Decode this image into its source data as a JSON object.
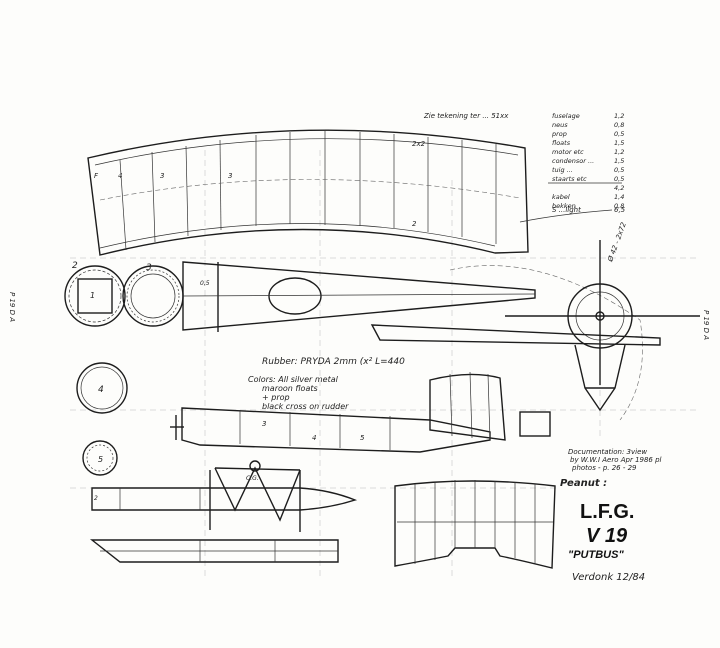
{
  "header_note": "Zie tekening ter ... 51xx",
  "weights": {
    "items": [
      {
        "label": "fuselage",
        "value": "1,2"
      },
      {
        "label": "neus",
        "value": "0,8"
      },
      {
        "label": "prop",
        "value": "0,5"
      },
      {
        "label": "floats",
        "value": "1,5"
      },
      {
        "label": "motor etc",
        "value": "1,2"
      },
      {
        "label": "condensor ...",
        "value": "1,5"
      },
      {
        "label": "tuig ...",
        "value": "0,5"
      },
      {
        "label": "staarts etc",
        "value": "0,5"
      },
      {
        "label": "",
        "value": "4,2"
      },
      {
        "label": "kabel",
        "value": "1,4"
      },
      {
        "label": "bekken",
        "value": "0,8"
      }
    ],
    "total_label": "S ...light",
    "total_value": "6,5"
  },
  "rubber_note": "Rubber: PRYDA 2mm (x²  L=440",
  "colour_lines": [
    "Colors: All silver metal",
    "maroon floats",
    "+ prop",
    "black cross on rudder"
  ],
  "doc_lines": [
    "Documentation: 3view",
    "by W.W.I Aero Apr 1986 pl",
    "photos - p. 26 - 29"
  ],
  "peanut_label": "Peanut :",
  "title_line1": "L.F.G.",
  "title_line2": "V 19",
  "title_line3": "\"PUTBUS\"",
  "signature": "Verdonk 12/84",
  "fig_numbers": [
    "1",
    "2",
    "3",
    "4",
    "5"
  ],
  "cg_label": "C.G.",
  "margin_left": "P 19 D A",
  "margin_right": "P 19 D A"
}
